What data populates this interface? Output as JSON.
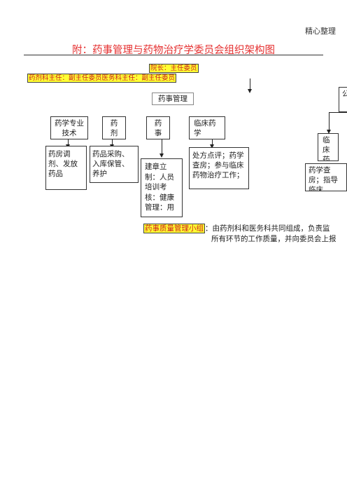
{
  "header": {
    "corner_text": "精心整理"
  },
  "doc": {
    "title": "附：药事管理与药物治疗学委员会组织架构图",
    "dean": "院长：主任委员",
    "directors": "药剂科主任：副主任委员医务科主任：副主任委员",
    "committee_box": "药事管理",
    "top_row": [
      {
        "label": "药学专业技术"
      },
      {
        "label": "药剂"
      },
      {
        "label": "药事"
      },
      {
        "label": "临床药学"
      }
    ],
    "bottom_row": [
      {
        "label": "药房调剂、发放药品"
      },
      {
        "label": "药品采购、入库保管、养护"
      },
      {
        "label": "建章立制：人员培训考核：健康管理：用"
      },
      {
        "label": "处方点评；药学查房；参与临床药物治疗工作；"
      }
    ],
    "right_partial": {
      "top_fragment": "公",
      "mid_fragment": "临床药",
      "bottom_fragment": "药学查房；指导临床"
    },
    "quality_group": {
      "mark": "药事质量管理小组",
      "line1": "：由药剂科和医务科共同组成，负责监",
      "line2": "所有环节的工作质量，并向委员会上报"
    }
  }
}
